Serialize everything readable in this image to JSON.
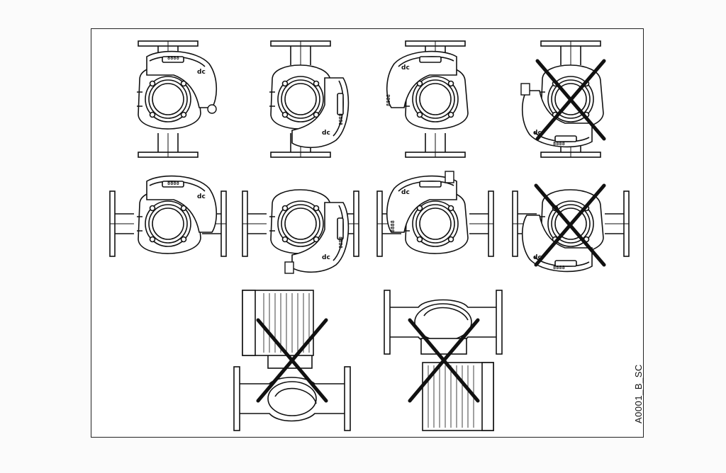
{
  "figure": {
    "code": "A0001_B_SC",
    "display_readout": "8888",
    "logo_mark": "dc"
  },
  "colors": {
    "line": "#111111",
    "background": "#ffffff",
    "cross": "#111111"
  },
  "installations": [
    {
      "id": "vertical-1",
      "allowed": true
    },
    {
      "id": "vertical-2",
      "allowed": true
    },
    {
      "id": "vertical-3",
      "allowed": true
    },
    {
      "id": "vertical-4",
      "allowed": false
    },
    {
      "id": "horizontal-1",
      "allowed": true
    },
    {
      "id": "horizontal-2",
      "allowed": true
    },
    {
      "id": "horizontal-3",
      "allowed": true
    },
    {
      "id": "horizontal-4",
      "allowed": false
    },
    {
      "id": "motor-up",
      "allowed": false
    },
    {
      "id": "motor-down",
      "allowed": false
    }
  ]
}
